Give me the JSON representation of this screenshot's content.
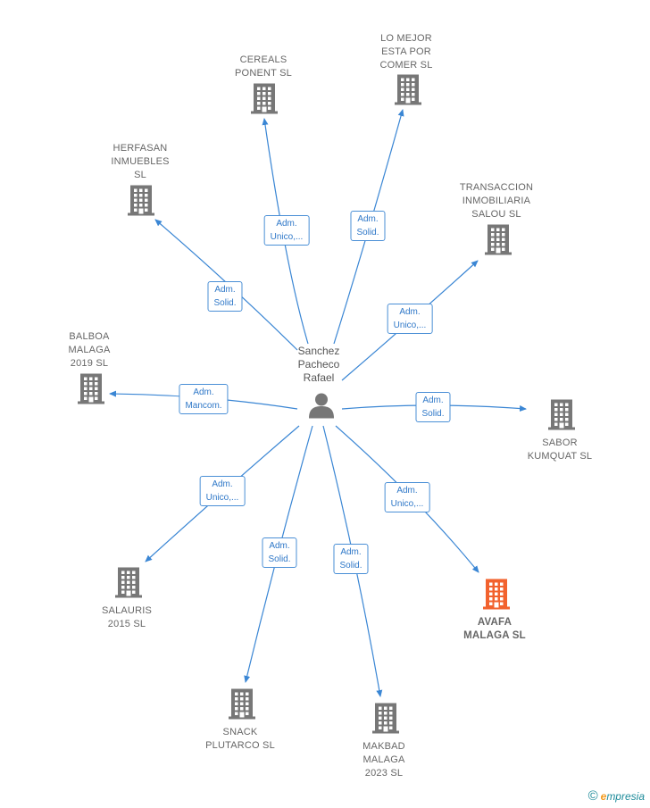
{
  "center": {
    "name": "Sanchez\nPacheco\nRafael"
  },
  "nodes": [
    {
      "id": "cereals",
      "name": "CEREALS\nPONENT SL",
      "role": "Adm.\nUnico,...",
      "highlight": false
    },
    {
      "id": "lomejor",
      "name": "LO MEJOR\nESTA POR\nCOMER  SL",
      "role": "Adm.\nSolid.",
      "highlight": false
    },
    {
      "id": "herfasan",
      "name": "HERFASAN\nINMUEBLES\nSL",
      "role": "Adm.\nSolid.",
      "highlight": false
    },
    {
      "id": "transaccion",
      "name": "TRANSACCION\nINMOBILIARIA\nSALOU  SL",
      "role": "Adm.\nUnico,...",
      "highlight": false
    },
    {
      "id": "balboa",
      "name": "BALBOA\nMALAGA\n2019  SL",
      "role": "Adm.\nMancom.",
      "highlight": false
    },
    {
      "id": "sabor",
      "name": "SABOR\nKUMQUAT  SL",
      "role": "Adm.\nSolid.",
      "highlight": false
    },
    {
      "id": "salauris",
      "name": "SALAURIS\n2015  SL",
      "role": "Adm.\nUnico,...",
      "highlight": false
    },
    {
      "id": "avafa",
      "name": "AVAFA\nMALAGA  SL",
      "role": "Adm.\nUnico,...",
      "highlight": true
    },
    {
      "id": "snack",
      "name": "SNACK\nPLUTARCO  SL",
      "role": "Adm.\nSolid.",
      "highlight": false
    },
    {
      "id": "makbad",
      "name": "MAKBAD\nMALAGA\n2023  SL",
      "role": "Adm.\nSolid.",
      "highlight": false
    }
  ],
  "colors": {
    "edge": "#3a86d4",
    "building": "#777777",
    "building_highlight": "#f2622e",
    "person": "#777777"
  },
  "brand": {
    "copyright": "©",
    "first_letter": "e",
    "rest": "mpresia"
  }
}
